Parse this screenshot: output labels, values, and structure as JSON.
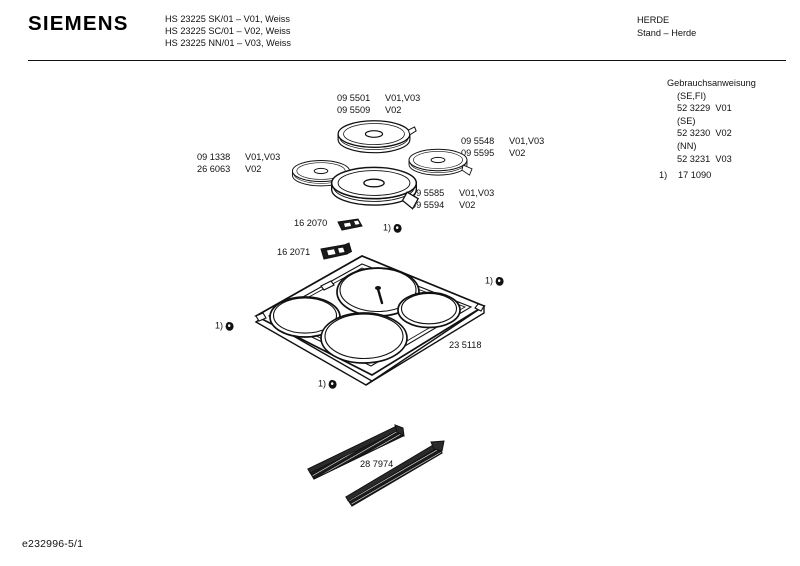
{
  "document": {
    "brand": "SIEMENS",
    "footer_code": "e232996-5/1",
    "models": [
      "HS 23225 SK/01 – V01, Weiss",
      "HS 23225 SC/01 – V02, Weiss",
      "HS 23225 NN/01 – V03, Weiss"
    ],
    "category": {
      "line1": "HERDE",
      "line2": "Stand – Herde"
    }
  },
  "manual": {
    "title": "Gebrauchsanweisung",
    "entries": [
      {
        "region": "(SE,FI)",
        "code": "52 3229",
        "variant": "V01"
      },
      {
        "region": "(SE)",
        "code": "52 3230",
        "variant": "V02"
      },
      {
        "region": "(NN)",
        "code": "52 3231",
        "variant": "V03"
      }
    ],
    "footnote": {
      "marker": "1)",
      "code": "17 1090"
    }
  },
  "parts": {
    "hotplate_small_left": {
      "line1_code": "09 1338",
      "line1_variant": "V01,V03",
      "line2_code": "26 6063",
      "line2_variant": "V02"
    },
    "hotplate_top": {
      "line1_code": "09 5501",
      "line1_variant": "V01,V03",
      "line2_code": "09 5509",
      "line2_variant": "V02"
    },
    "hotplate_right": {
      "line1_code": "09 5548",
      "line1_variant": "V01,V03",
      "line2_code": "09 5595",
      "line2_variant": "V02"
    },
    "hotplate_large": {
      "line1_code": "09 5585",
      "line1_variant": "V01,V03",
      "line2_code": "09 5594",
      "line2_variant": "V02"
    },
    "clip_upper": {
      "code": "16 2070"
    },
    "clip_lower": {
      "code": "16 2071"
    },
    "cooktop_panel": {
      "code": "23 5118"
    },
    "rails": {
      "code": "28 7974"
    }
  },
  "callouts": {
    "marker": "1)",
    "positions": [
      "top-center",
      "right",
      "left",
      "bottom"
    ]
  },
  "colors": {
    "ink": "#111111",
    "line": "#1a1a1a",
    "page": "#ffffff"
  }
}
